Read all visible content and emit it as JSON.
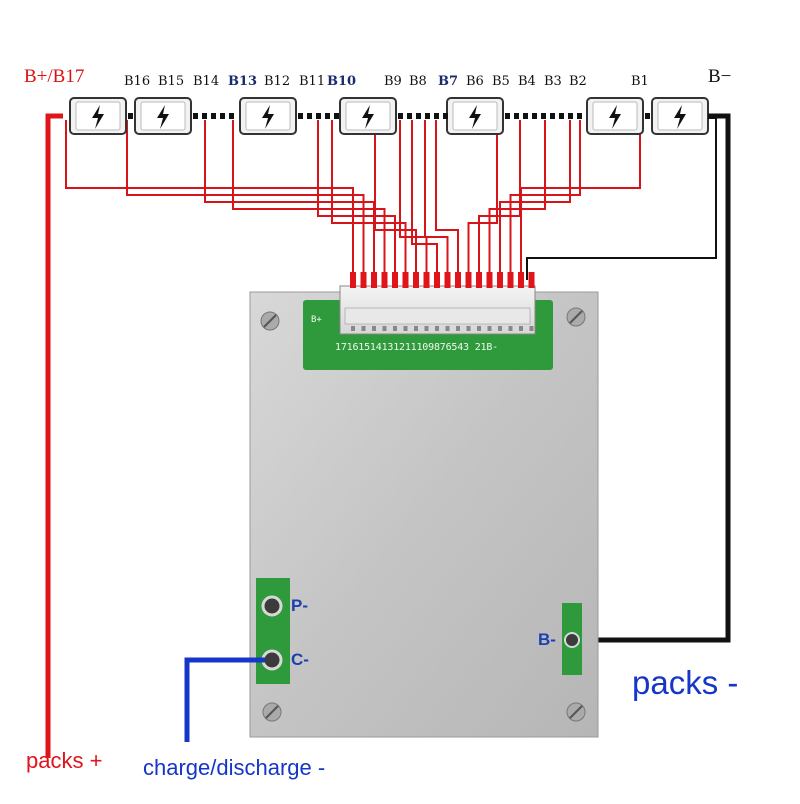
{
  "cell_labels": {
    "b_plus_b17": "B+/B17",
    "b16": "B16",
    "b15": "B15",
    "b14": "B14",
    "b13": "B13",
    "b12": "B12",
    "b11": "B11",
    "b10": "B10",
    "b9": "B9",
    "b8": "B8",
    "b7": "B7",
    "b6": "B6",
    "b5": "B5",
    "b4": "B4",
    "b3": "B3",
    "b2": "B2",
    "b1": "B1",
    "b_minus": "B−"
  },
  "board": {
    "connector_silk": "B+",
    "pin_numbers": "17161514131211109876543 21B-",
    "p_minus": "P-",
    "c_minus": "C-",
    "b_minus": "B-"
  },
  "captions": {
    "packs_plus": "packs +",
    "packs_minus": "packs -",
    "charge_discharge": "charge/discharge -"
  },
  "colors": {
    "positive_wire": "#e0141b",
    "sense_wire": "#d8141b",
    "negative_wire": "#111111",
    "charge_wire": "#1536c9",
    "board_metal": "#c9c9c9",
    "pcb_green": "#2e9a3c"
  },
  "icons": {
    "cell": "battery-bolt-icon",
    "screw": "screw-icon"
  }
}
